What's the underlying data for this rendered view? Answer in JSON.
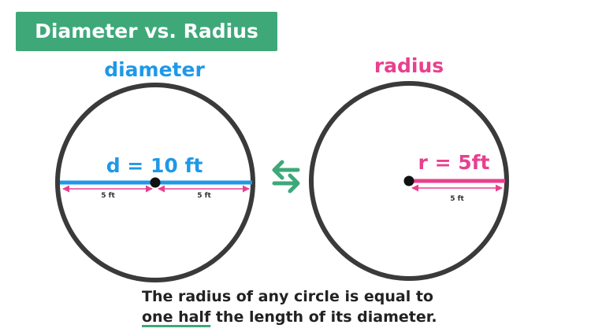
{
  "title": "Diameter vs. Radius",
  "diameter": {
    "heading": "diameter",
    "formula": "d = 10 ft",
    "left_segment": "5 ft",
    "right_segment": "5 ft"
  },
  "radius": {
    "heading": "radius",
    "formula": "r = 5ft",
    "segment": "5 ft"
  },
  "arrows_icon": "swap-arrows-icon",
  "caption": {
    "line1": "The radius of any circle is equal to",
    "emphasis": "one half",
    "line2_rest": " the length of its diameter."
  },
  "colors": {
    "blue": "#1f98e8",
    "pink": "#e8408e",
    "green": "#3ea879",
    "outline": "#3a3a3a"
  }
}
